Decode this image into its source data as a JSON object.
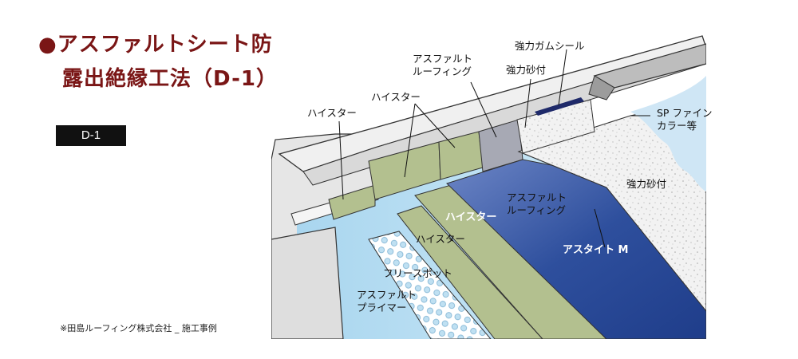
{
  "title": {
    "bullet": "●",
    "line1": "アスファルトシート防水",
    "line2": "露出絶縁工法（D-1）"
  },
  "code_badge": "D-1",
  "footnote": "※田島ルーフィング株式会社 _ 施工事例",
  "labels": {
    "strong_gum_seal": "強力ガムシール",
    "asphalt_roofing_top_1": "アスファルト",
    "asphalt_roofing_top_2": "ルーフィング",
    "strong_sand_top": "強力砂付",
    "sp_fine_color_1": "SP ファイン",
    "sp_fine_color_2": "カラー等",
    "heister_left": "ハイスター",
    "heister_upper": "ハイスター",
    "strong_sand_right": "強力砂付",
    "asphalt_roofing_mid_1": "アスファルト",
    "asphalt_roofing_mid_2": "ルーフィング",
    "heister_white": "ハイスター",
    "astite_m": "アスタイト M",
    "heister_lower": "ハイスター",
    "fleece_pot": "フリースポット",
    "asphalt_primer_1": "アスファルト",
    "asphalt_primer_2": "プライマー"
  },
  "colors": {
    "title": "#7a1616",
    "heister_green": "#b3c08f",
    "asphalt_blue": "#2f4f9a",
    "concrete_gray": "#e4e4e4",
    "primer_blue": "#bfe0f2"
  }
}
